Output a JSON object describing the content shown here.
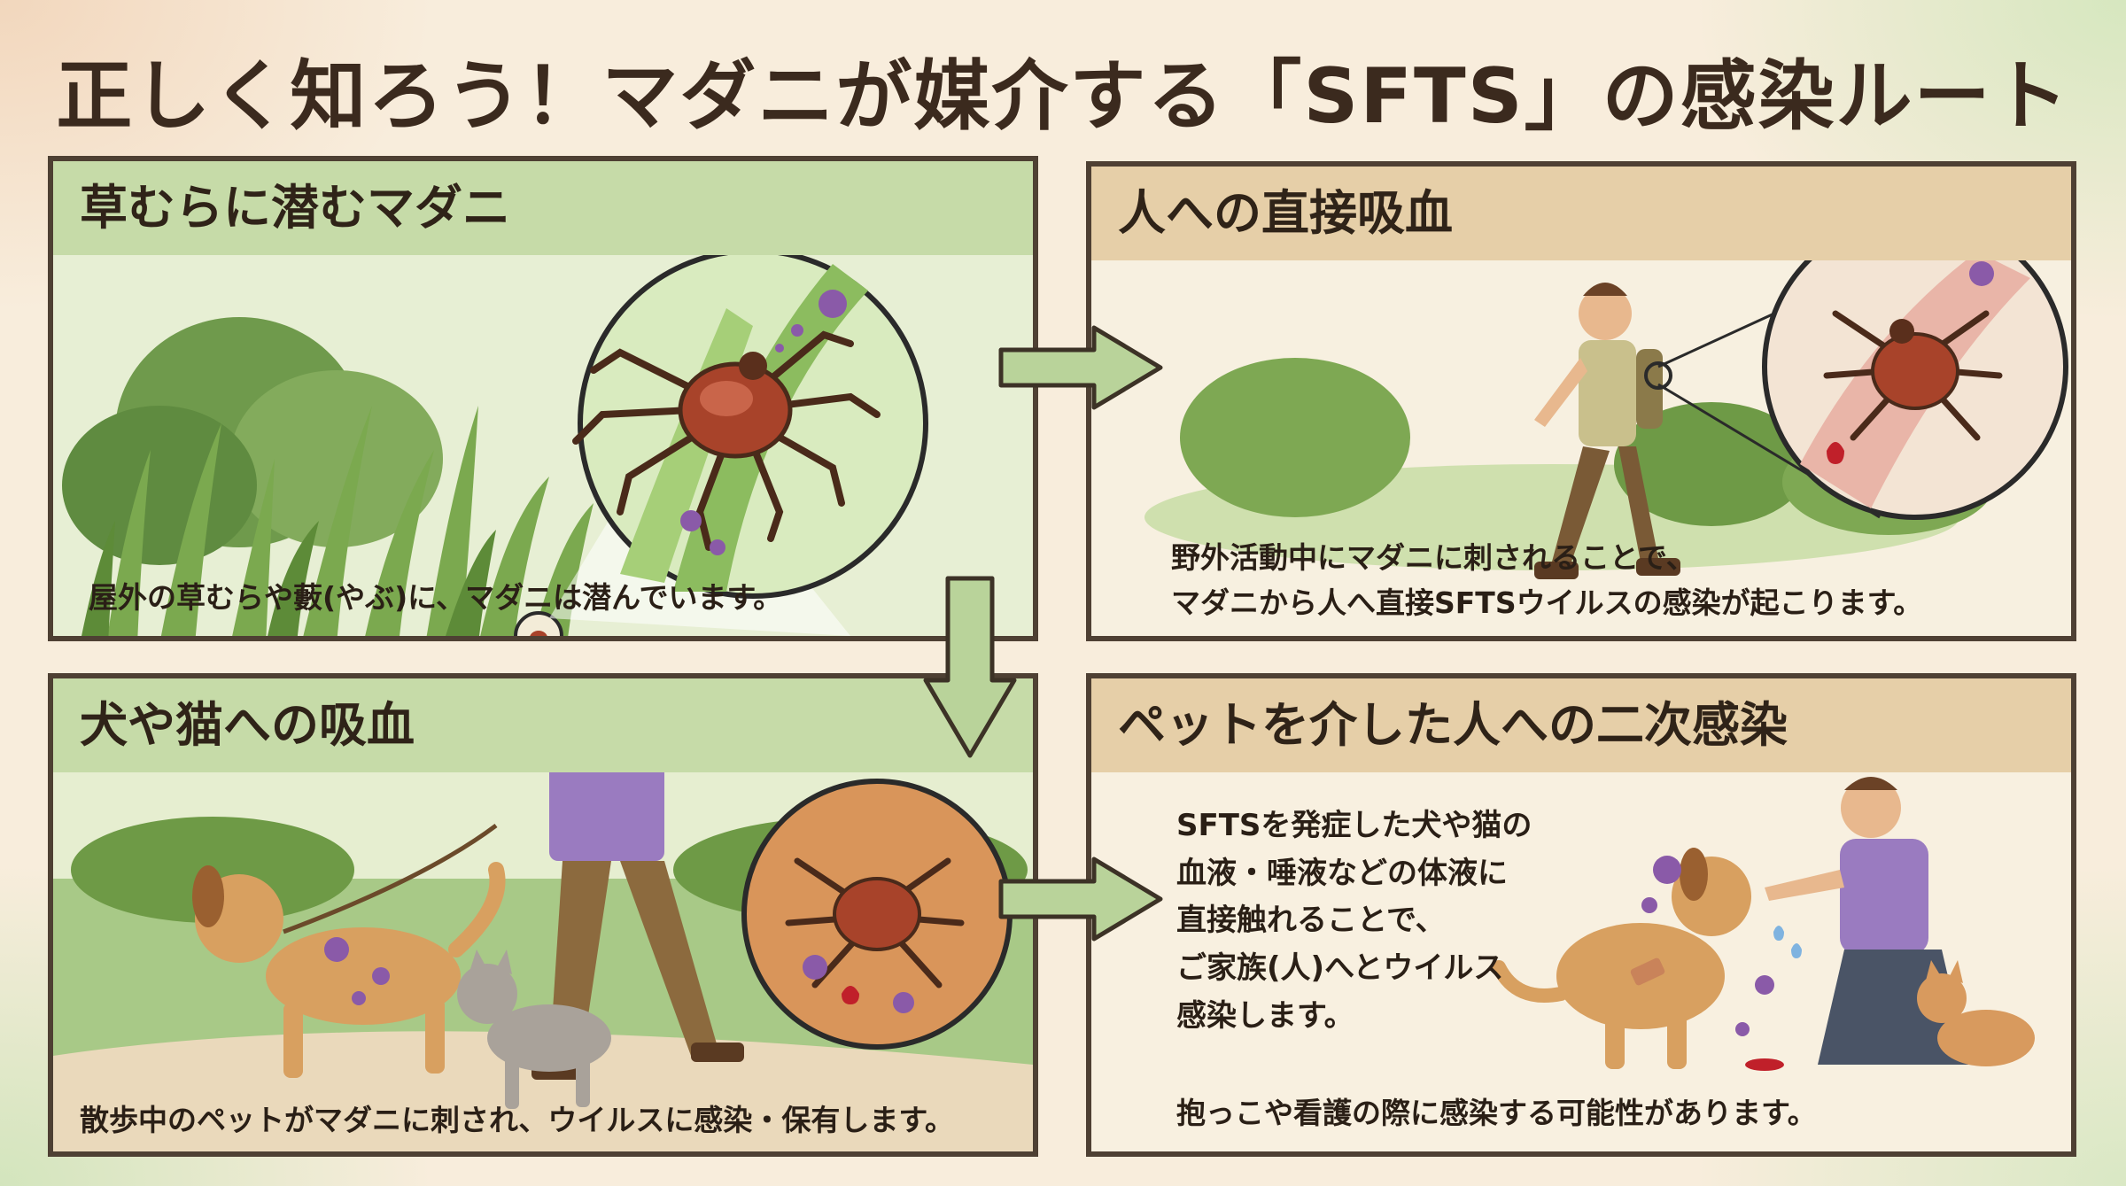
{
  "title": "正しく知ろう！マダニが媒介する「SFTS」の感染ルート",
  "panels": {
    "top_left": {
      "heading": "草むらに潜むマダニ",
      "caption": "屋外の草むらや藪(やぶ)に、マダニは潜んでいます。"
    },
    "top_right": {
      "heading": "人への直接吸血",
      "caption_line1": "野外活動中にマダニに刺されることで、",
      "caption_line2": "マダニから人へ直接SFTSウイルスの感染が起こります。"
    },
    "bottom_left": {
      "heading": "犬や猫への吸血",
      "caption": "散歩中のペットがマダニに刺され、ウイルスに感染・保有します。"
    },
    "bottom_right": {
      "heading": "ペットを介した人への二次感染",
      "body_lines": [
        "SFTSを発症した犬や猫の",
        "血液・唾液などの体液に",
        "直接触れることで、",
        "ご家族(人)へとウイルス",
        "感染します。"
      ],
      "note": "抱っこや看護の際に感染する可能性があります。"
    }
  },
  "colors": {
    "panel_green_head": "#c6dba8",
    "panel_tan_head": "#e6cfa8",
    "arrow_fill": "#b9d39a",
    "tick_red": "#a8432a",
    "virus_purple": "#8a5aa8"
  },
  "icons": [
    "tick-icon",
    "virus-icon",
    "arrow-right-icon",
    "arrow-down-icon",
    "magnifier-circle-icon"
  ]
}
